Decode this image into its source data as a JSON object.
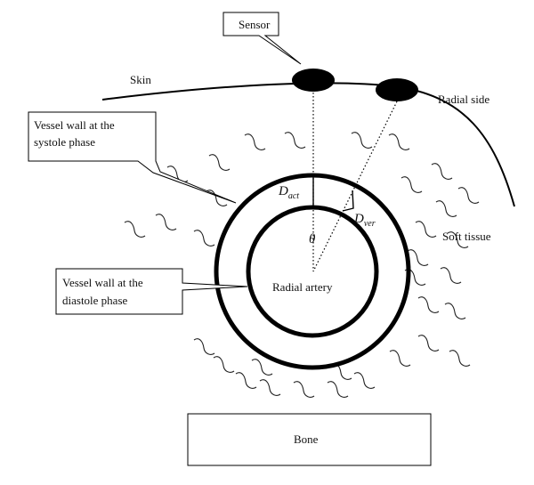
{
  "diagram": {
    "callouts": {
      "sensor": "Sensor",
      "systole": [
        "Vessel wall at the",
        "systole phase"
      ],
      "diastole": [
        "Vessel wall at the",
        "diastole phase"
      ]
    },
    "labels": {
      "skin": "Skin",
      "radial_side": "Radial side",
      "soft_tissue": "Soft tissue",
      "radial_artery": "Radial artery",
      "bone": "Bone"
    },
    "symbols": {
      "d_act_main": "D",
      "d_act_sub": "act",
      "d_ver_main": "D",
      "d_ver_sub": "ver",
      "theta": "θ"
    }
  }
}
